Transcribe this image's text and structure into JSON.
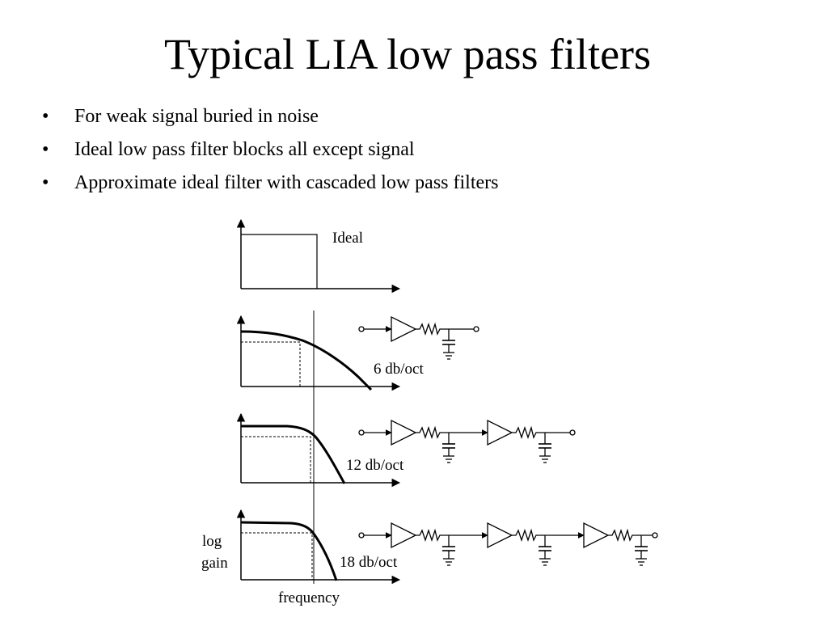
{
  "title": "Typical LIA low pass filters",
  "bullets": [
    "For weak signal buried in noise",
    "Ideal low pass filter blocks all except signal",
    "Approximate ideal filter with cascaded low pass filters"
  ],
  "bullet_glyph": "•",
  "labels": {
    "ideal": "Ideal",
    "rolloff_1": "6 db/oct",
    "rolloff_2": "12 db/oct",
    "rolloff_3": "18 db/oct",
    "y_axis_line1": "log",
    "y_axis_line2": "gain",
    "x_axis": "frequency"
  },
  "icons": [
    "buffer-amplifier-icon",
    "resistor-icon",
    "capacitor-icon",
    "ground-icon",
    "terminal-icon"
  ]
}
